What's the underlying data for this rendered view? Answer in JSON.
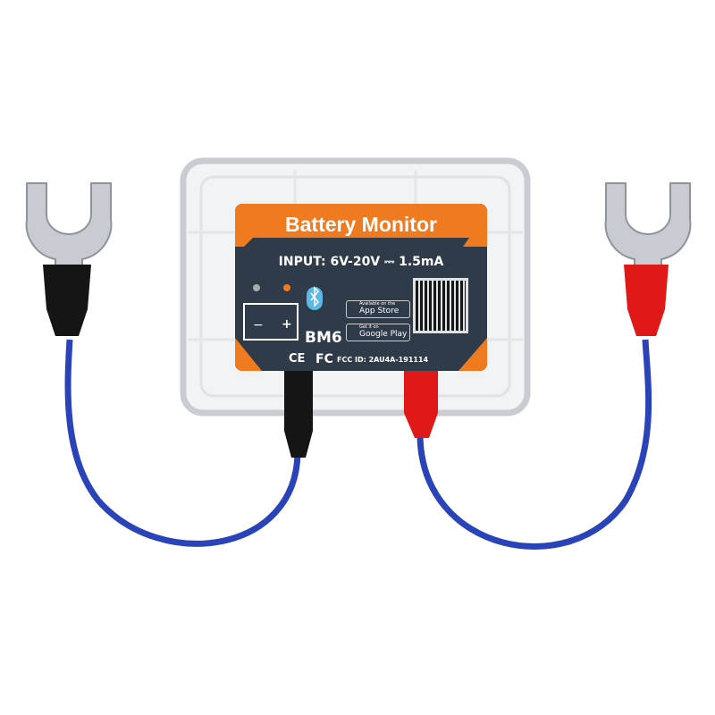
{
  "product": {
    "title": "Battery Monitor",
    "input_spec": "INPUT: 6V-20V ⎓ 1.5mA",
    "model": "BM6",
    "app_store_small": "Available on the",
    "app_store": "App Store",
    "google_small": "Get it on",
    "google_play": "Google Play",
    "ce_mark": "CE",
    "fcc_mark": "FC",
    "fcc_id": "FCC ID: 2AU4A-191114",
    "battery_minus": "−",
    "battery_plus": "+"
  },
  "colors": {
    "orange": "#f07a1f",
    "label": "#2f3b49",
    "wire": "#2a43b8",
    "red": "#e01818",
    "black": "#111111"
  }
}
